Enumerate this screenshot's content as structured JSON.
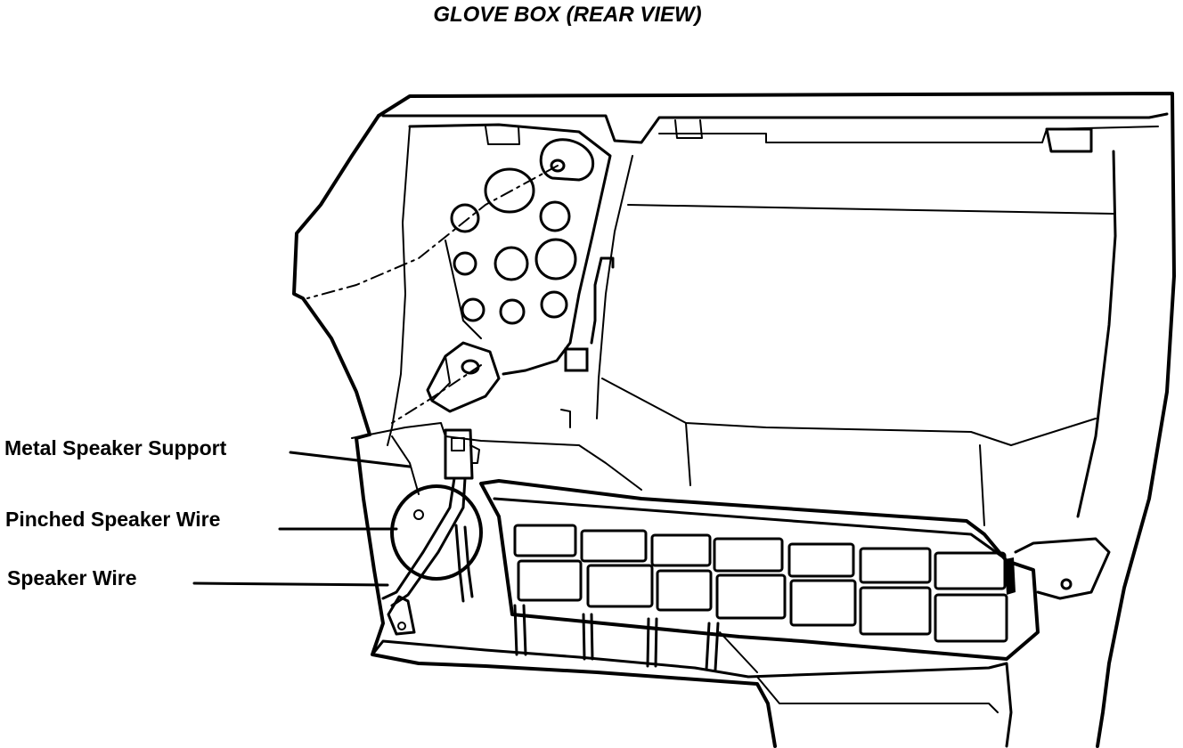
{
  "title": "GLOVE BOX (REAR VIEW)",
  "callouts": {
    "metal_speaker_support": "Metal Speaker Support",
    "pinched_speaker_wire": "Pinched Speaker Wire",
    "speaker_wire": "Speaker Wire"
  },
  "colors": {
    "ink": "#000000",
    "paper": "#ffffff"
  }
}
